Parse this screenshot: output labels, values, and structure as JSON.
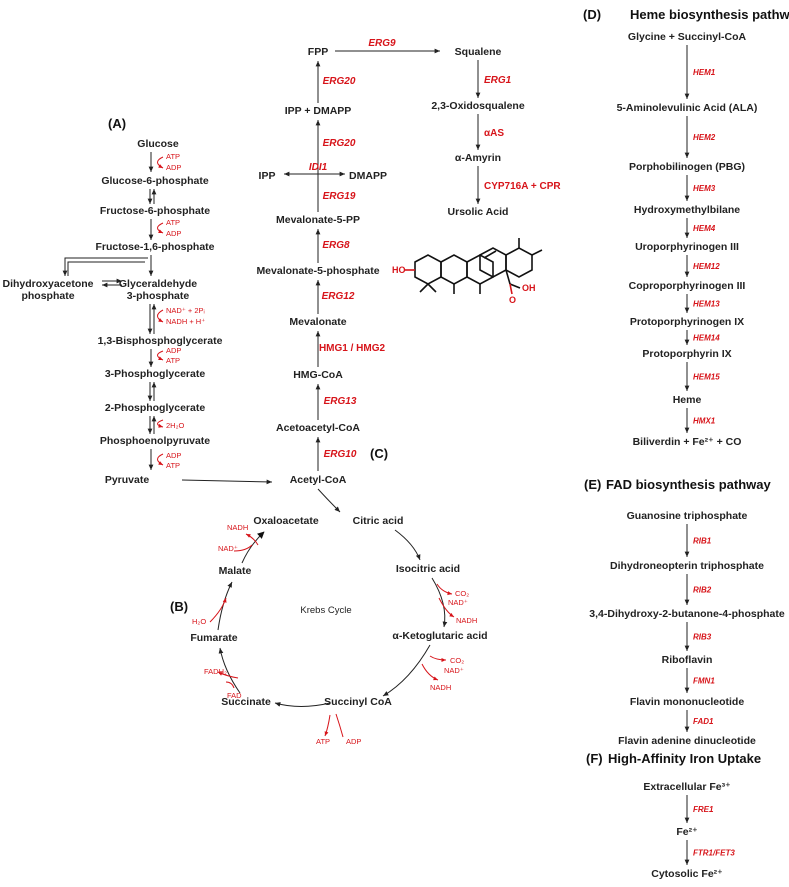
{
  "panels": {
    "A": {
      "label": "(A)"
    },
    "B": {
      "label": "(B)",
      "center": "Krebs Cycle"
    },
    "C": {
      "label": "(C)"
    },
    "D": {
      "label": "(D)",
      "title": "Heme biosynthesis pathway"
    },
    "E": {
      "label": "(E)",
      "title": "FAD biosynthesis pathway"
    },
    "F": {
      "label": "(F)",
      "title": "High-Affinity Iron Uptake"
    }
  },
  "glycolysis": {
    "metabolites": [
      "Glucose",
      "Glucose-6-phosphate",
      "Fructose-6-phosphate",
      "Fructose-1,6-phosphate",
      "Glyceraldehyde",
      "3-phosphate",
      "1,3-Bisphosphoglycerate",
      "3-Phosphoglycerate",
      "2-Phosphoglycerate",
      "Phosphoenolpyruvate",
      "Pyruvate"
    ],
    "dhap": [
      "Dihydroxyacetone",
      "phosphate"
    ],
    "cofactors": {
      "atp1": "ATP",
      "adp1": "ADP",
      "atp2": "ATP",
      "adp2": "ADP",
      "nad": "NAD⁺ + 2Pᵢ",
      "nadh": "NADH + H⁺",
      "adp3": "ADP",
      "atp3": "ATP",
      "h2o": "2H₂O",
      "adp4": "ADP",
      "atp4": "ATP"
    }
  },
  "mevalonate": {
    "metabolites": [
      "Acetyl-CoA",
      "Acetoacetyl-CoA",
      "HMG-CoA",
      "Mevalonate",
      "Mevalonate-5-phosphate",
      "Mevalonate-5-PP",
      "IPP",
      "DMAPP",
      "IPP + DMAPP",
      "FPP"
    ],
    "enzymes": [
      "ERG10",
      "ERG13",
      "HMG1 / HMG2",
      "ERG12",
      "ERG8",
      "ERG19",
      "IDI1",
      "ERG20",
      "ERG20",
      "ERG9"
    ],
    "downstream": [
      "Squalene",
      "2,3-Oxidosqualene",
      "α-Amyrin",
      "Ursolic Acid"
    ],
    "downstream_enzymes": [
      "ERG1",
      "αAS",
      "CYP716A + CPR"
    ],
    "structure_labels": {
      "ho": "HO",
      "oh": "OH",
      "o": "O"
    }
  },
  "krebs": {
    "metabolites": [
      "Oxaloacetate",
      "Citric acid",
      "Isocitric acid",
      "α-Ketoglutaric acid",
      "Succinyl CoA",
      "Succinate",
      "Fumarate",
      "Malate"
    ],
    "cofactors": {
      "co2a": "CO₂",
      "nad_a": "NAD⁺",
      "nadh_a": "NADH",
      "co2b": "CO₂",
      "nad_b": "NAD⁺",
      "nadh_b": "NADH",
      "atp": "ATP",
      "adp": "ADP",
      "fadh2": "FADH₂",
      "fad": "FAD",
      "h2o": "H₂O",
      "nad_m": "NAD⁺",
      "nadh_m": "NADH"
    }
  },
  "heme": {
    "metabolites": [
      "Glycine + Succinyl-CoA",
      "5-Aminolevulinic Acid (ALA)",
      "Porphobilinogen (PBG)",
      "Hydroxymethylbilane",
      "Uroporphyrinogen III",
      "Coproporphyrinogen III",
      "Protoporphyrinogen IX",
      "Protoporphyrin IX",
      "Heme",
      "Biliverdin + Fe²⁺ + CO"
    ],
    "enzymes": [
      "HEM1",
      "HEM2",
      "HEM3",
      "HEM4",
      "HEM12",
      "HEM13",
      "HEM14",
      "HEM15",
      "HMX1"
    ]
  },
  "fad": {
    "metabolites": [
      "Guanosine triphosphate",
      "Dihydroneopterin triphosphate",
      "3,4-Dihydroxy-2-butanone-4-phosphate",
      "Riboflavin",
      "Flavin mononucleotide",
      "Flavin adenine dinucleotide"
    ],
    "enzymes": [
      "RIB1",
      "RIB2",
      "RIB3",
      "FMN1",
      "FAD1"
    ]
  },
  "iron": {
    "metabolites": [
      "Extracellular Fe³⁺",
      "Fe²⁺",
      "Cytosolic Fe²⁺"
    ],
    "enzymes": [
      "FRE1",
      "FTR1/FET3"
    ]
  },
  "colors": {
    "enzyme": "#d7141a",
    "text": "#222222"
  }
}
